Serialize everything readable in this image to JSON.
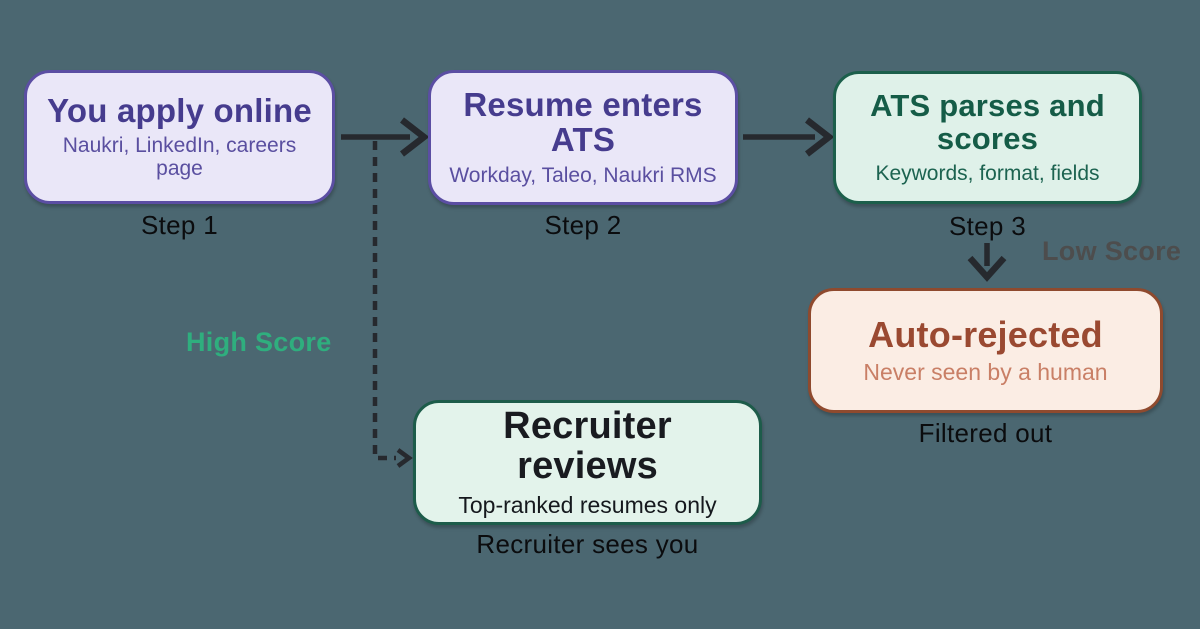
{
  "canvas": {
    "background": "#4B6771",
    "arrow_color": "#26292E"
  },
  "diagram": {
    "nodes": [
      {
        "id": "apply-online",
        "title": "You apply online",
        "subtitle": "Naukri, LinkedIn, careers page",
        "caption": "Step 1",
        "fill": "#EAE7F8",
        "border": "#5B4EA3",
        "title_color": "#463C8E"
      },
      {
        "id": "resume-enters-ats",
        "title": "Resume enters ATS",
        "subtitle": "Workday, Taleo, Naukri RMS",
        "caption": "Step 2",
        "fill": "#EAE7F8",
        "border": "#5B4EA3",
        "title_color": "#463C8E"
      },
      {
        "id": "ats-parses-scores",
        "title": "ATS parses and scores",
        "subtitle": "Keywords, format, fields",
        "caption": "Step 3",
        "fill": "#DFF1E9",
        "border": "#1C5F4B",
        "title_color": "#155C47"
      },
      {
        "id": "auto-rejected",
        "title": "Auto-rejected",
        "subtitle": "Never seen by a human",
        "caption": "Filtered out",
        "fill": "#FBEDE4",
        "border": "#8F4A2E",
        "title_color": "#9A4931"
      },
      {
        "id": "recruiter-reviews",
        "title": "Recruiter reviews",
        "subtitle": "Top-ranked resumes only",
        "caption": "Recruiter sees you",
        "fill": "#E3F3EB",
        "border": "#1D5C4A",
        "title_color": "#191B20"
      }
    ],
    "edge_labels": [
      {
        "id": "high-score",
        "text": "High Score",
        "color": "#2FAE7E"
      },
      {
        "id": "low-score",
        "text": "Low Score",
        "color": "#4D4D4D"
      }
    ]
  }
}
